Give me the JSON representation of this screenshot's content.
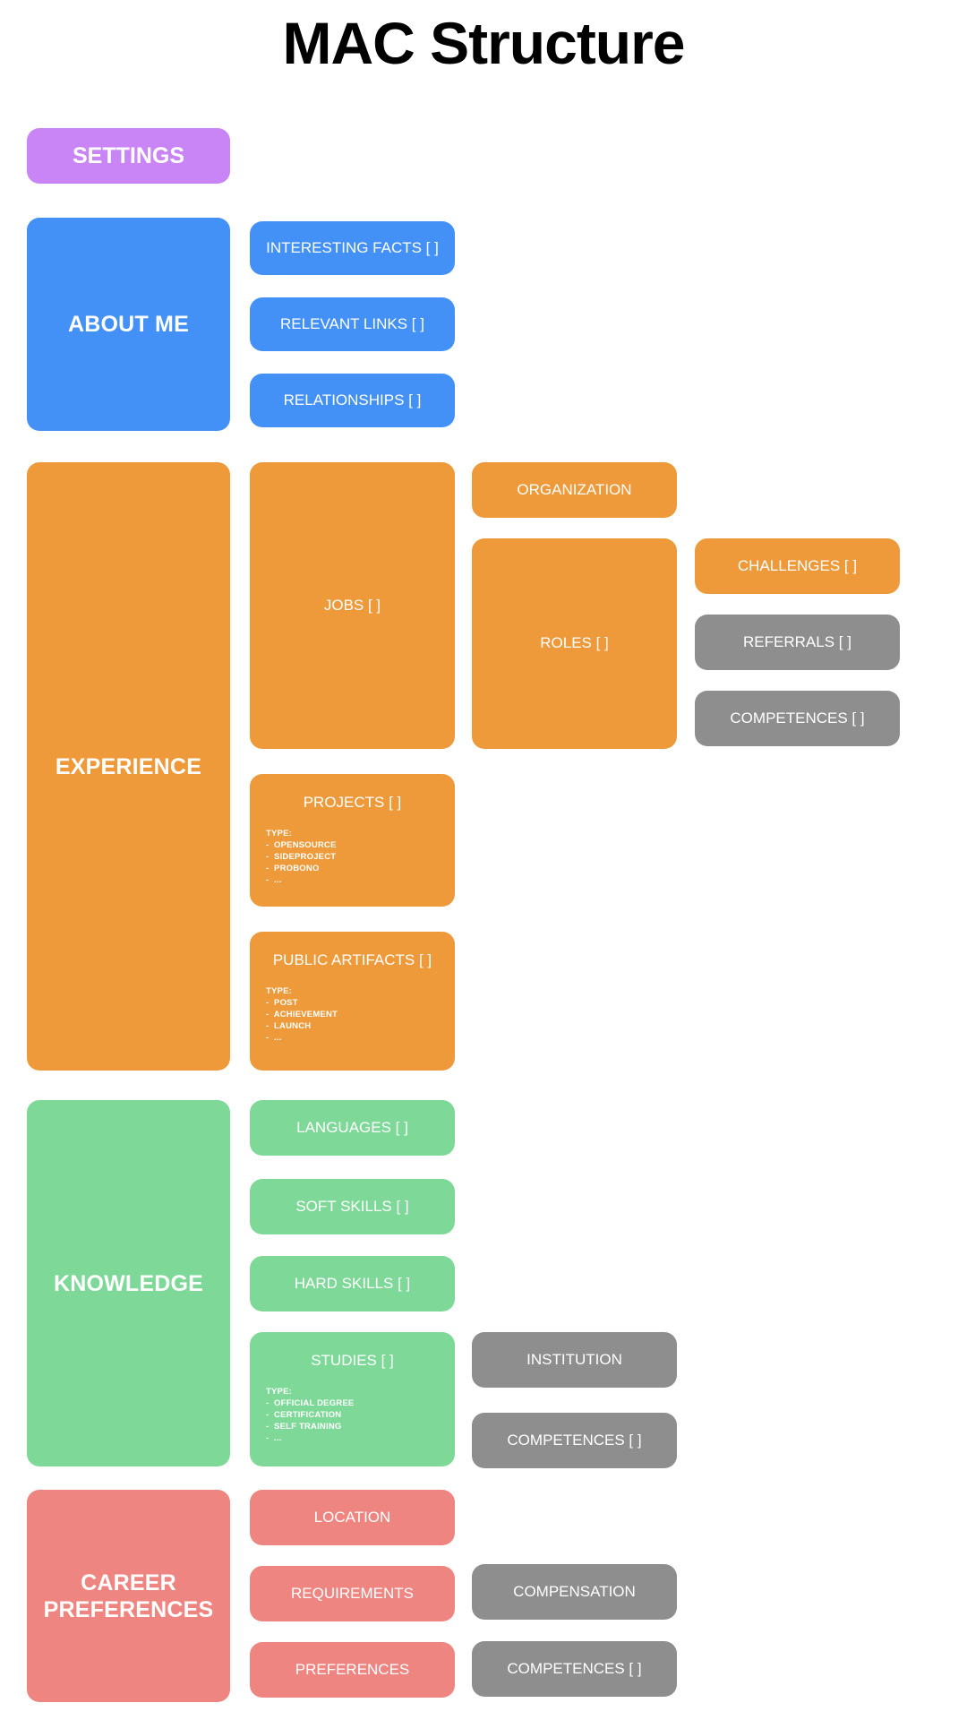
{
  "page": {
    "title": "MAC Structure",
    "background_color": "#ffffff"
  },
  "palette": {
    "settings_purple": "#c985f5",
    "about_blue": "#4390f7",
    "experience_orange": "#ee9a3a",
    "knowledge_green": "#7ed998",
    "career_red": "#ef8580",
    "shared_gray": "#8e8e8e",
    "text_white": "#ffffff",
    "title_black": "#000000"
  },
  "sections": {
    "settings": {
      "label": "SETTINGS"
    },
    "about_me": {
      "label": "ABOUT ME",
      "children": [
        {
          "label": "INTERESTING FACTS [ ]"
        },
        {
          "label": "RELEVANT LINKS [ ]"
        },
        {
          "label": "RELATIONSHIPS [ ]"
        }
      ]
    },
    "experience": {
      "label": "EXPERIENCE",
      "jobs": {
        "label": "JOBS [ ]"
      },
      "organization": {
        "label": "ORGANIZATION"
      },
      "roles": {
        "label": "ROLES [ ]"
      },
      "challenges": {
        "label": "CHALLENGES [ ]"
      },
      "referrals": {
        "label": "REFERRALS [ ]"
      },
      "competences": {
        "label": "COMPETENCES [ ]"
      },
      "projects": {
        "label": "PROJECTS [ ]",
        "type_heading": "TYPE:",
        "type_items": [
          "-  OPENSOURCE",
          "-  SIDEPROJECT",
          "-  PROBONO",
          "-  ..."
        ]
      },
      "public_artifacts": {
        "label": "PUBLIC ARTIFACTS [ ]",
        "type_heading": "TYPE:",
        "type_items": [
          "-  POST",
          "-  ACHIEVEMENT",
          "-  LAUNCH",
          "-  ..."
        ]
      }
    },
    "knowledge": {
      "label": "KNOWLEDGE",
      "languages": {
        "label": "LANGUAGES [ ]"
      },
      "soft_skills": {
        "label": "SOFT SKILLS [ ]"
      },
      "hard_skills": {
        "label": "HARD SKILLS [ ]"
      },
      "studies": {
        "label": "STUDIES [ ]",
        "type_heading": "TYPE:",
        "type_items": [
          "-  OFFICIAL DEGREE",
          "-  CERTIFICATION",
          "-  SELF TRAINING",
          "-  ..."
        ]
      },
      "institution": {
        "label": "INSTITUTION"
      },
      "competences": {
        "label": "COMPETENCES [ ]"
      }
    },
    "career_preferences": {
      "label": "CAREER\nPREFERENCES",
      "label_line_1": "CAREER",
      "label_line_2": "PREFERENCES",
      "location": {
        "label": "LOCATION"
      },
      "requirements": {
        "label": "REQUIREMENTS"
      },
      "preferences": {
        "label": "PREFERENCES"
      },
      "compensation": {
        "label": "COMPENSATION"
      },
      "competences": {
        "label": "COMPETENCES [ ]"
      }
    }
  }
}
